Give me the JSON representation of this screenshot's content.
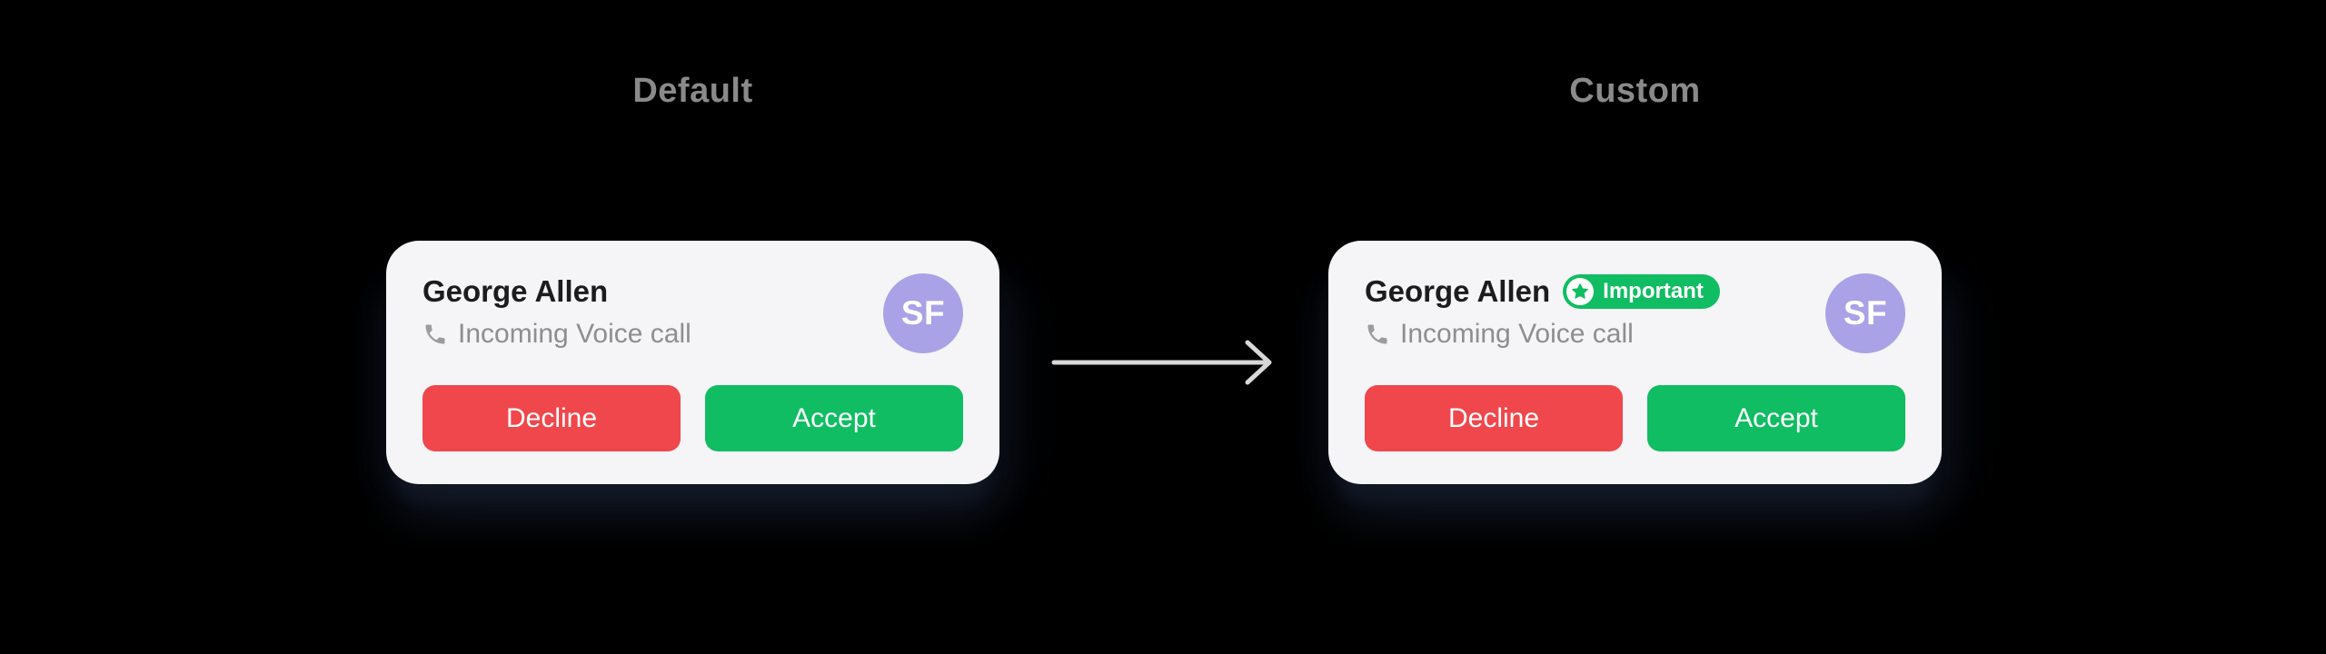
{
  "page": {
    "background_color": "#000000"
  },
  "sections": {
    "default": {
      "title": "Default"
    },
    "custom": {
      "title": "Custom"
    }
  },
  "cards": {
    "default": {
      "name": "George Allen",
      "call_status": "Incoming Voice call",
      "avatar_initials": "SF",
      "decline_label": "Decline",
      "accept_label": "Accept"
    },
    "custom": {
      "name": "George Allen",
      "badge_label": "Important",
      "call_status": "Incoming Voice call",
      "avatar_initials": "SF",
      "decline_label": "Decline",
      "accept_label": "Accept"
    }
  },
  "icons": {
    "phone": "phone-handset-icon",
    "star": "star-icon",
    "arrow": "arrow-right-icon"
  },
  "colors": {
    "card_background": "#F5F4F6",
    "name_text": "#1C1C1E",
    "secondary_text": "#8E8E8E",
    "section_title": "#8A8A8A",
    "decline_red": "#EF474C",
    "accept_green": "#10BD62",
    "badge_green": "#10BD62",
    "avatar_purple": "#A9A2E6",
    "arrow_gray": "#D9D9D9"
  }
}
